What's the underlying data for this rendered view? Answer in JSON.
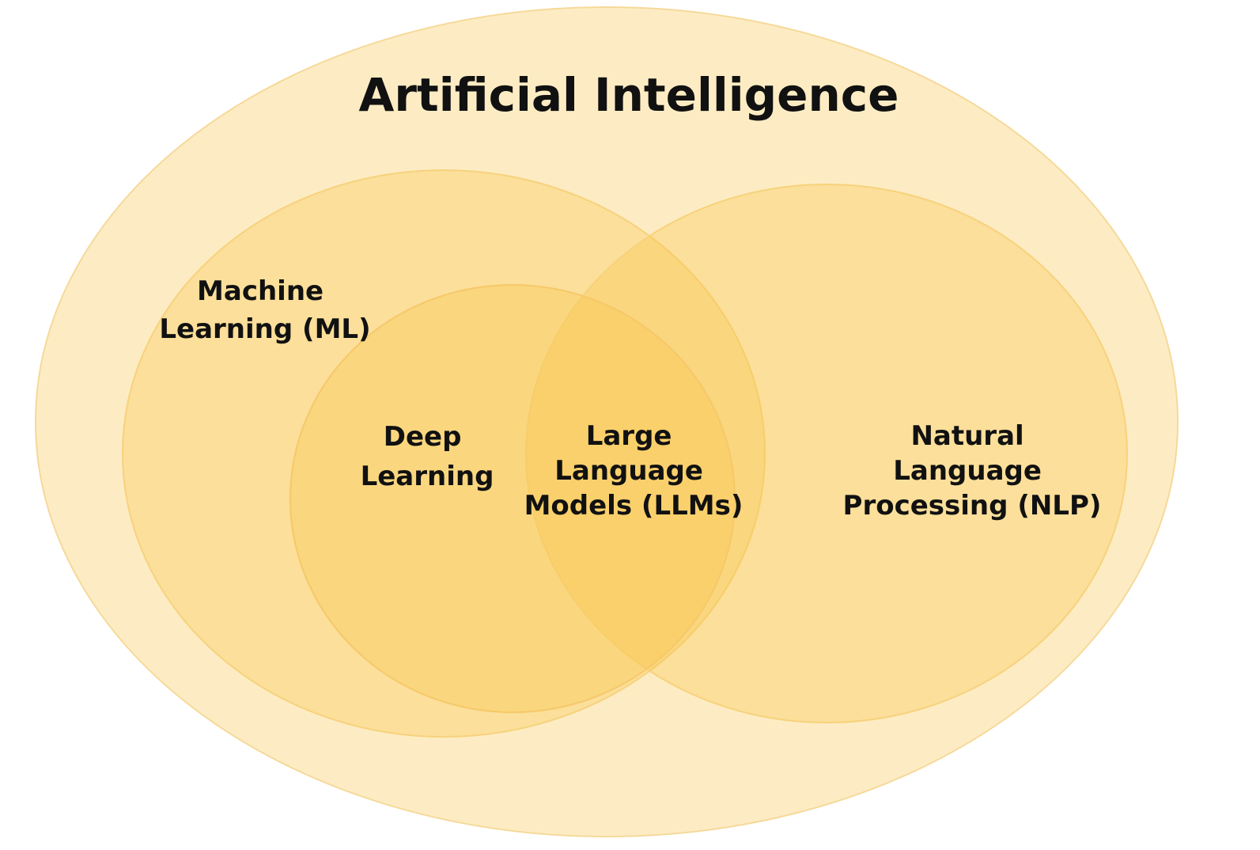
{
  "colors": {
    "background": "#ffffff",
    "outer_fill": "#fdecc3",
    "inner_fill": "#f9c543",
    "stroke": "#f6d99a",
    "text": "#111111"
  },
  "diagram": {
    "title": "Artificial Intelligence",
    "ml_label": [
      "Machine",
      "Learning (ML)"
    ],
    "deep_learning_label": [
      "Deep",
      "Learning"
    ],
    "llm_label": [
      "Large",
      "Language",
      "Models (LLMs)"
    ],
    "nlp_label": [
      "Natural",
      "Language",
      "Processing (NLP)"
    ]
  }
}
